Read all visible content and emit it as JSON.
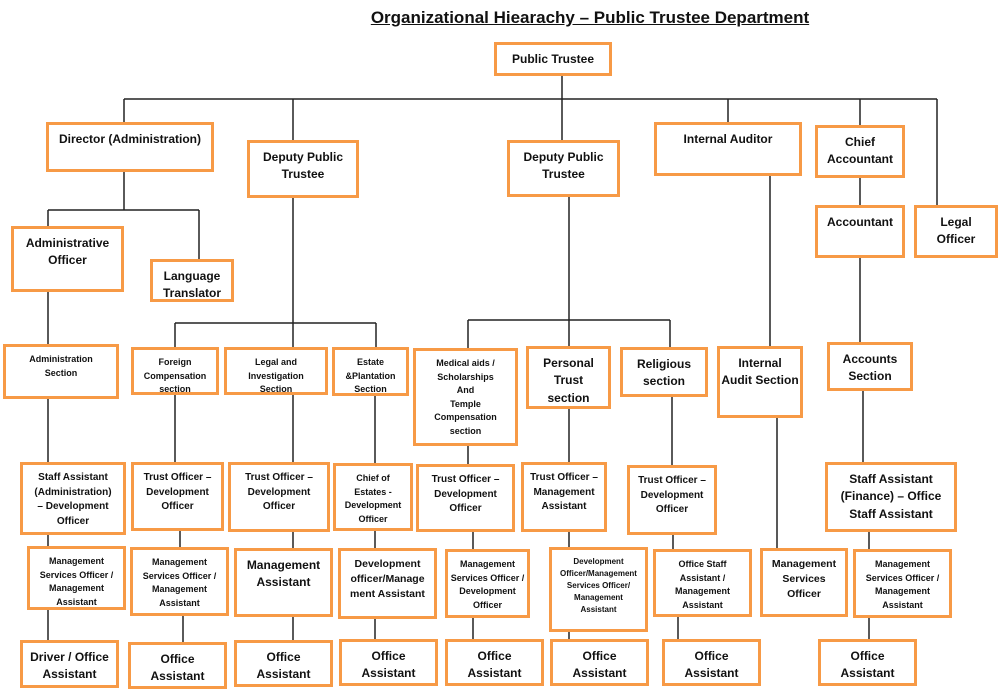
{
  "title": "Organizational Hiearachy – Public Trustee Department",
  "colors": {
    "box_border": "#f79a46",
    "connector": "#222222"
  },
  "boxes": {
    "public_trustee": "Public Trustee",
    "director_admin": "Director (Administration)",
    "deputy_pt_1": "Deputy Public\nTrustee",
    "deputy_pt_2": "Deputy Public\nTrustee",
    "internal_auditor": "Internal Auditor",
    "chief_accountant": "Chief\nAccountant",
    "accountant": "Accountant",
    "legal_officer": "Legal\nOfficer",
    "administrative_officer": "Administrative\nOfficer",
    "language_translator": "Language\nTranslator",
    "administration_section": "Administration\nSection",
    "foreign_compensation_section": "Foreign\nCompensation\nsection",
    "legal_investigation_section": "Legal and\nInvestigation\nSection",
    "estate_plantation_section": "Estate\n&Plantation\nSection",
    "medical_aids_section": "Medical aids /\nScholarships\nAnd\nTemple\nCompensation\nsection",
    "personal_trust_section": "Personal\nTrust\nsection",
    "religious_section": "Religious\nsection",
    "internal_audit_section": "Internal\nAudit Section",
    "accounts_section": "Accounts\nSection",
    "staff_assistant_admin": "Staff Assistant\n(Administration)\n– Development\nOfficer",
    "trust_officer_dev_foreign": "Trust Officer –\nDevelopment\nOfficer",
    "trust_officer_dev_legal": "Trust Officer –\nDevelopment\nOfficer",
    "chief_of_estates": "Chief of\nEstates -\nDevelopment\nOfficer",
    "trust_officer_dev_medical": "Trust Officer –\nDevelopment\nOfficer",
    "trust_officer_ma_personal": "Trust Officer –\nManagement\nAssistant",
    "trust_officer_dev_religious": "Trust Officer –\nDevelopment\nOfficer",
    "staff_assistant_finance": "Staff Assistant\n(Finance) – Office\nStaff Assistant",
    "mso_ma_admin": "Management\nServices Officer /\nManagement\nAssistant",
    "mso_ma_foreign": "Management\nServices Officer /\nManagement\nAssistant",
    "ma_legal": "Management\nAssistant",
    "dev_officer_ma_estate": "Development\nofficer/Manage\nment Assistant",
    "mso_do_medical": "Management\nServices Officer /\nDevelopment\nOfficer",
    "do_mso_ma_personal": "Development\nOfficer/Management\nServices Officer/\nManagement\nAssistant",
    "osa_ma_religious": "Office Staff\nAssistant /\nManagement\nAssistant",
    "mso_audit": "Management\nServices\nOfficer",
    "mso_ma_accounts": "Management\nServices Officer /\nManagement\nAssistant",
    "driver_office_assistant": "Driver / Office\nAssistant",
    "oa_foreign": "Office\nAssistant",
    "oa_legal": "Office\nAssistant",
    "oa_estate": "Office\nAssistant",
    "oa_medical": "Office\nAssistant",
    "oa_personal": "Office\nAssistant",
    "oa_religious": "Office\nAssistant",
    "oa_accounts": "Office\nAssistant"
  }
}
